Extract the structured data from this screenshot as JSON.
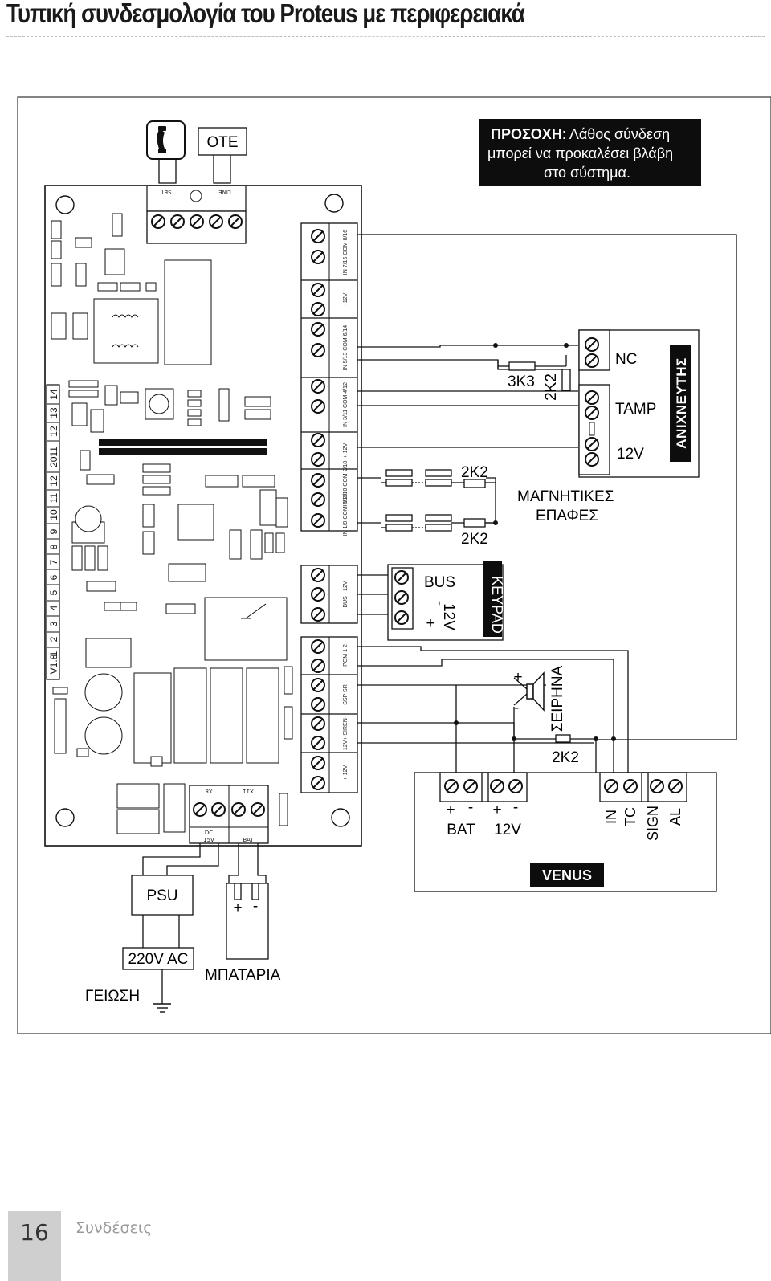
{
  "page": {
    "title": "Τυπική συνδεσμολογία του Proteus με περιφερειακά",
    "page_number": "16",
    "section": "Συνδέσεις"
  },
  "warning": {
    "label": "ΠΡΟΣΟΧΗ",
    "line1": ": Λάθος σύνδεση",
    "line2": "μπορεί να προκαλέσει βλάβη",
    "line3": "στο σύστημα."
  },
  "phone": {
    "line_label": "ΟΤΕ",
    "terminal_set": "SET",
    "terminal_line": "LINE"
  },
  "detector": {
    "title": "ΑΝΙΧΝΕΥΤΗΣ",
    "terminals": [
      "NC",
      "TAMP",
      "12V"
    ],
    "resistor_3k3": "3K3",
    "resistor_2k2": "2K2"
  },
  "magnetic": {
    "label_line1": "ΜΑΓΝΗΤΙΚΕΣ",
    "label_line2": "ΕΠΑΦΕΣ",
    "resistor_top": "2K2",
    "resistor_bottom": "2K2"
  },
  "keypad": {
    "title": "KEYPAD",
    "bus": "BUS",
    "minus": "-",
    "v12": "12V",
    "plus": "+"
  },
  "siren": {
    "title": "ΣΕΙΡΗΝΑ",
    "plus": "+",
    "minus": "-",
    "resistor": "2K2"
  },
  "venus": {
    "title": "VENUS",
    "pm_signs": [
      "+",
      "-",
      "+",
      "-"
    ],
    "bat": "BAT",
    "v12": "12V",
    "inputs": [
      "IN",
      "TC",
      "SIGN",
      "AL"
    ]
  },
  "power": {
    "psu": "PSU",
    "ac": "220V AC",
    "ground": "ΓΕΙΩΣΗ",
    "battery": "ΜΠΑΤΑΡΙΑ",
    "battery_plus": "+",
    "battery_minus": "-",
    "dc_label": "DC",
    "v15": "15V",
    "bat_label": "BAT",
    "x8": "X8",
    "x11": "X11"
  },
  "board": {
    "version": "V1.8",
    "zone_numbers": [
      "1",
      "2",
      "3",
      "4",
      "5",
      "6",
      "7",
      "8",
      "9",
      "10",
      "11",
      "12",
      "2011",
      "12",
      "13",
      "14"
    ],
    "terminals": [
      {
        "id": "X4",
        "pins": "IN 7/15  COM 8/16"
      },
      {
        "id": "X2",
        "pins": "-  12V"
      },
      {
        "id": "X3",
        "pins": "IN 5/13  COM 6/14"
      },
      {
        "id": "X2",
        "pins": "IN 3/11  COM 4/12"
      },
      {
        "id": "X12",
        "pins": "+  12V"
      },
      {
        "id": "X1",
        "pins": "IN 2/10  COM 2/18"
      },
      {
        "id": "X1",
        "pins": "IN 1/9  COM 2/18"
      },
      {
        "id": "X14",
        "pins": "BUS  -  12V"
      },
      {
        "id": "X5",
        "pins": "PGM 1  2"
      },
      {
        "id": "X15",
        "pins": "SSP  SR"
      },
      {
        "id": "X13",
        "pins": "12V+  SIREN-"
      },
      {
        "id": "X18",
        "pins": "+  12V"
      }
    ]
  }
}
